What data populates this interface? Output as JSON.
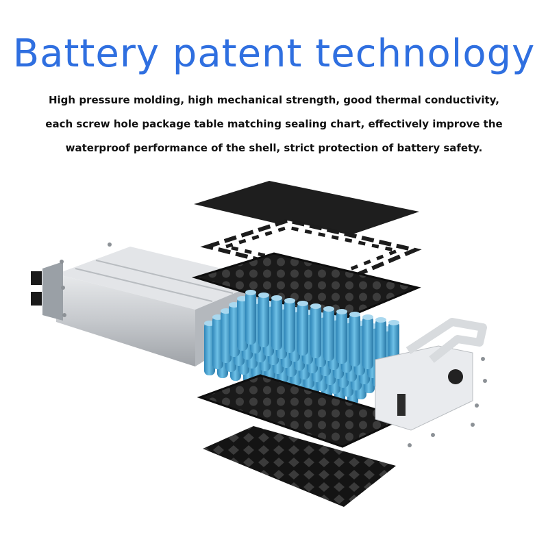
{
  "header": {
    "title": "Battery patent technology",
    "description_lines": [
      "High pressure molding, high mechanical strength, good thermal conductivity,",
      "each screw hole package table matching sealing chart, effectively improve the",
      "waterproof performance of the shell, strict protection of battery safety."
    ]
  },
  "colors": {
    "title": "#2f6fe0",
    "text": "#111111",
    "cell": "#4aa8d8",
    "aluminum": "#c9ccd0",
    "holder": "#1b1b1b"
  },
  "illustration": {
    "parts": [
      "top-insulation-sheet",
      "nickel-strip",
      "top-cell-holder",
      "aluminum-case",
      "cell-array",
      "end-cap",
      "handle",
      "bottom-cell-holder",
      "bottom-insulation-sheet",
      "screws"
    ]
  }
}
